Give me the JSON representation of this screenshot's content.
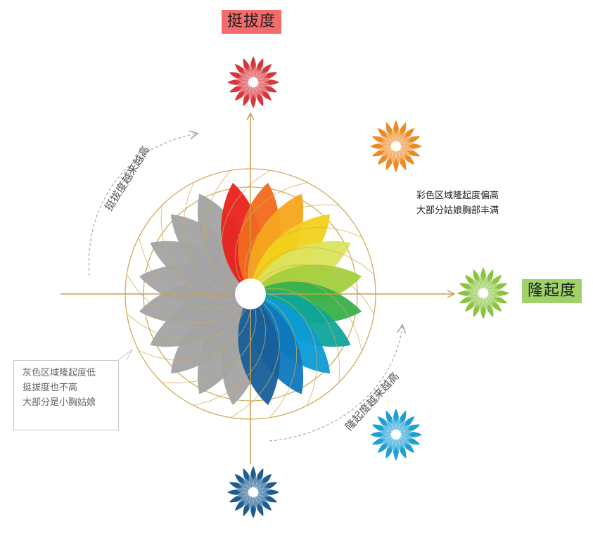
{
  "colors": {
    "axis": "#c9a04a",
    "ring": "#cfae5c",
    "gray_petal": "#a3a3a4",
    "red": "#d6373d",
    "orange": "#ee8a25",
    "green": "#8bc43f",
    "light_blue": "#1d9fd6",
    "dark_blue": "#1c5c8f",
    "top_badge_bg": "#f36b6b",
    "right_badge_bg": "#9fd36a"
  },
  "labels": {
    "top_axis": "挺拔度",
    "right_axis": "隆起度",
    "arc_top": "挺拔度越来越高",
    "arc_bottom": "隆起度越来越高"
  },
  "notes": {
    "colored_region": [
      "彩色区域隆起度偏高",
      "大部分姑娘胸部丰满"
    ],
    "gray_region": [
      "灰色区域隆起度低",
      "挺拔度也不高",
      "大部分是小胸姑娘"
    ]
  },
  "flowers": [
    {
      "name": "red",
      "color": "#d6373d"
    },
    {
      "name": "orange",
      "color": "#ee8a25"
    },
    {
      "name": "green",
      "color": "#8bc43f"
    },
    {
      "name": "light-blue",
      "color": "#1d9fd6"
    },
    {
      "name": "dark-blue",
      "color": "#1c5c8f"
    }
  ],
  "petals": [
    {
      "color": "#a3a3a4"
    },
    {
      "color": "#a3a3a4"
    },
    {
      "color": "#a3a3a4"
    },
    {
      "color": "#a3a3a4"
    },
    {
      "color": "#a3a3a4"
    },
    {
      "color": "#a3a3a4"
    },
    {
      "color": "#a3a3a4"
    },
    {
      "color": "#a3a3a4"
    },
    {
      "color": "#a3a3a4"
    },
    {
      "color": "#e8221d"
    },
    {
      "color": "#f26a1c"
    },
    {
      "color": "#f8a51b"
    },
    {
      "color": "#f2d11a"
    },
    {
      "color": "#dbe45d"
    },
    {
      "color": "#a4cf3e"
    },
    {
      "color": "#38b04b"
    },
    {
      "color": "#0ea59a"
    },
    {
      "color": "#0c9bd6"
    },
    {
      "color": "#0f77bd"
    },
    {
      "color": "#185f9a"
    }
  ]
}
